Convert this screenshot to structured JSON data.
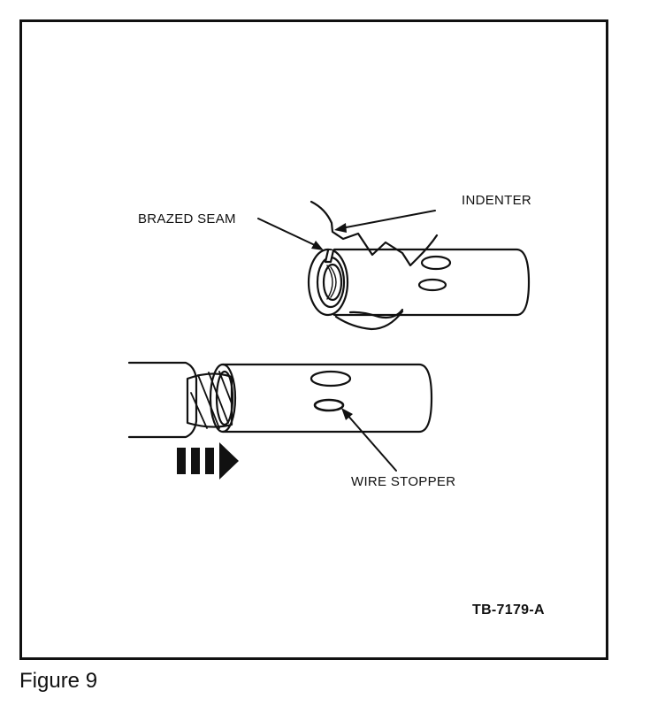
{
  "labels": {
    "indenter": "INDENTER",
    "brazed_seam": "BRAZED SEAM",
    "wire_stopper": "WIRE STOPPER",
    "figure_code": "TB-7179-A"
  },
  "caption": "Figure 9",
  "colors": {
    "ink": "#111111",
    "paper": "#ffffff"
  },
  "icons": {
    "insertion_direction": "dashed-right-arrow-icon"
  }
}
